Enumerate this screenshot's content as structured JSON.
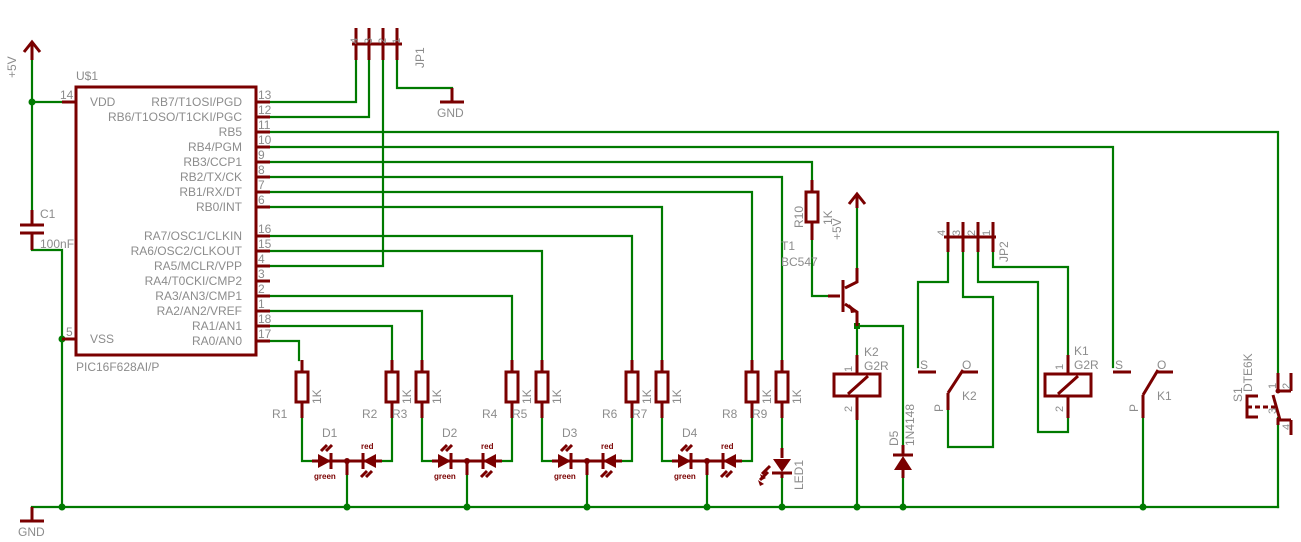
{
  "schematic": {
    "title": "PIC16F628A LED / relay controller schematic",
    "power": {
      "vcc_label": "+5V",
      "gnd_label": "GND"
    },
    "ic": {
      "ref": "U$1",
      "value": "PIC16F628AI/P",
      "left_pins": [
        {
          "num": "14",
          "name": "VDD"
        },
        {
          "num": "5",
          "name": "VSS"
        }
      ],
      "right_pins": [
        {
          "num": "13",
          "name": "RB7/T1OSI/PGD"
        },
        {
          "num": "12",
          "name": "RB6/T1OSO/T1CKI/PGC"
        },
        {
          "num": "11",
          "name": "RB5"
        },
        {
          "num": "10",
          "name": "RB4/PGM"
        },
        {
          "num": "9",
          "name": "RB3/CCP1"
        },
        {
          "num": "8",
          "name": "RB2/TX/CK"
        },
        {
          "num": "7",
          "name": "RB1/RX/DT"
        },
        {
          "num": "6",
          "name": "RB0/INT"
        },
        {
          "num": "16",
          "name": "RA7/OSC1/CLKIN"
        },
        {
          "num": "15",
          "name": "RA6/OSC2/CLKOUT"
        },
        {
          "num": "4",
          "name": "RA5/MCLR/VPP"
        },
        {
          "num": "3",
          "name": "RA4/T0CKI/CMP2"
        },
        {
          "num": "2",
          "name": "RA3/AN3/CMP1"
        },
        {
          "num": "1",
          "name": "RA2/AN2/VREF"
        },
        {
          "num": "18",
          "name": "RA1/AN1"
        },
        {
          "num": "17",
          "name": "RA0/AN0"
        }
      ]
    },
    "capacitor": {
      "ref": "C1",
      "value": "100nF"
    },
    "jp1": {
      "ref": "JP1",
      "pins": [
        "4",
        "3",
        "2",
        "1"
      ]
    },
    "jp2": {
      "ref": "JP2",
      "pins": [
        "4",
        "3",
        "2",
        "1"
      ]
    },
    "resistors": [
      {
        "ref": "R1",
        "value": "1K"
      },
      {
        "ref": "R2",
        "value": "1K"
      },
      {
        "ref": "R3",
        "value": "1K"
      },
      {
        "ref": "R4",
        "value": "1K"
      },
      {
        "ref": "R5",
        "value": "1K"
      },
      {
        "ref": "R6",
        "value": "1K"
      },
      {
        "ref": "R7",
        "value": "1K"
      },
      {
        "ref": "R8",
        "value": "1K"
      },
      {
        "ref": "R9",
        "value": "1K"
      },
      {
        "ref": "R10",
        "value": "1K"
      }
    ],
    "bicolor_leds": [
      {
        "ref": "D1",
        "green": "green",
        "red": "red"
      },
      {
        "ref": "D2",
        "green": "green",
        "red": "red"
      },
      {
        "ref": "D3",
        "green": "green",
        "red": "red"
      },
      {
        "ref": "D4",
        "green": "green",
        "red": "red"
      }
    ],
    "led1": {
      "ref": "LED1"
    },
    "transistor": {
      "ref": "T1",
      "value": "BC547"
    },
    "diode": {
      "ref": "D5",
      "value": "1N4148"
    },
    "relays": [
      {
        "ref": "K2",
        "value": "G2R",
        "coil_pin1": "1",
        "coil_pin2": "2",
        "contact_s": "S",
        "contact_o": "O",
        "contact_p": "P"
      },
      {
        "ref": "K1",
        "value": "G2R",
        "coil_pin1": "1",
        "coil_pin2": "2",
        "contact_s": "S",
        "contact_o": "O",
        "contact_p": "P"
      }
    ],
    "switch": {
      "ref": "S1",
      "value": "DTE6K",
      "pins": [
        "1",
        "2",
        "3",
        "4"
      ]
    }
  }
}
